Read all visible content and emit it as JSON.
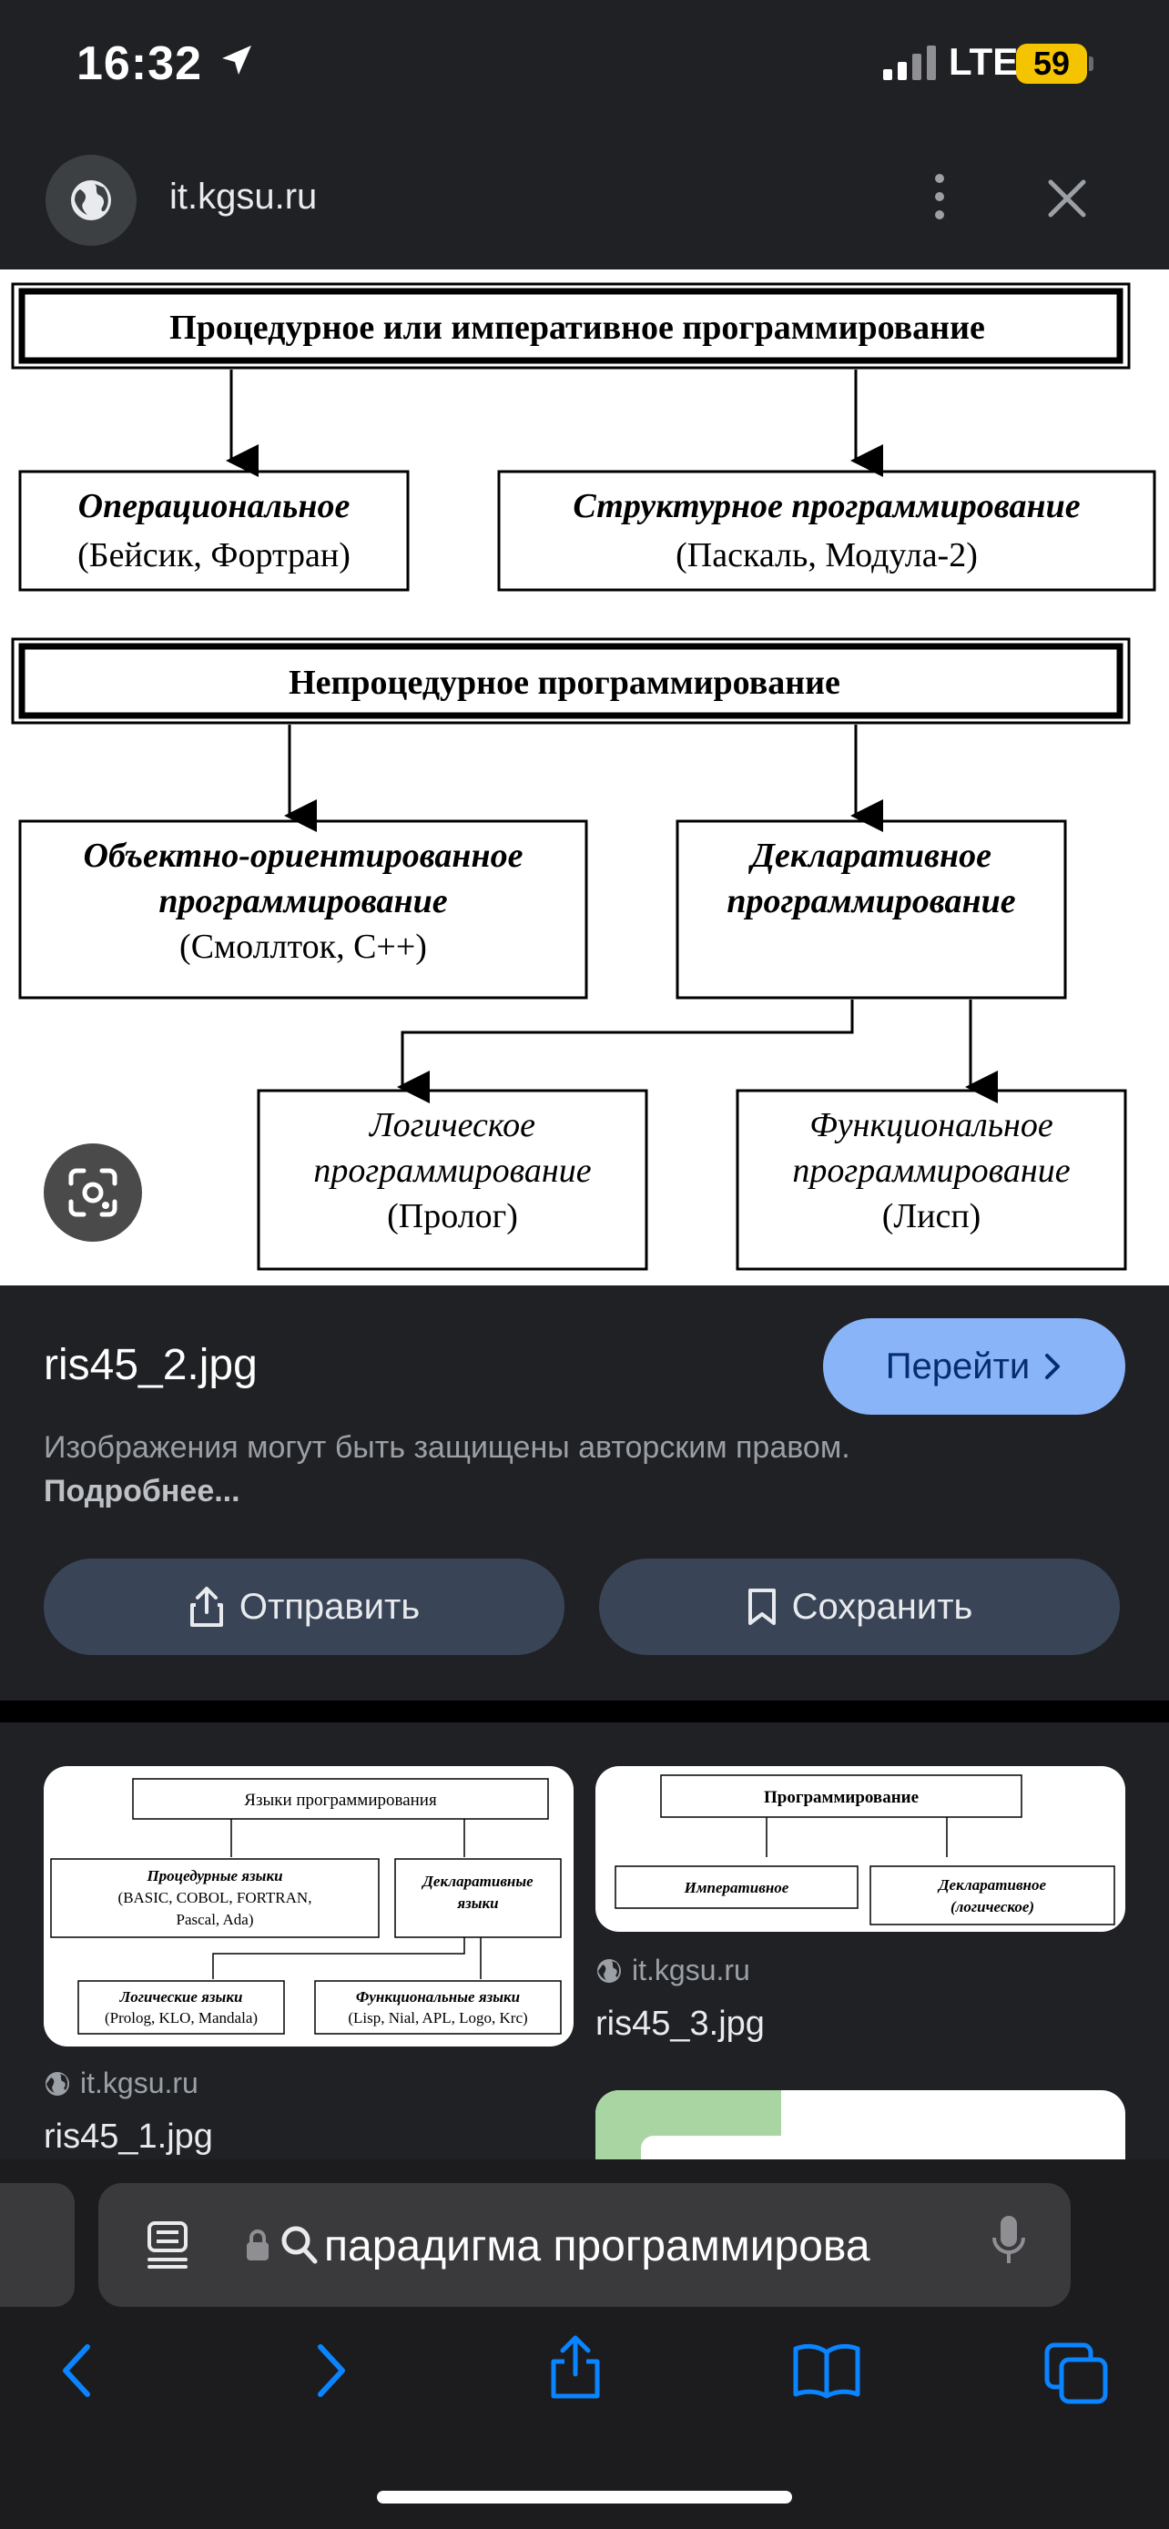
{
  "status_bar": {
    "time": "16:32",
    "network": "LTE",
    "battery": "59"
  },
  "top_bar": {
    "domain": "it.kgsu.ru",
    "icons": [
      "globe-icon",
      "more-vert-icon",
      "close-icon"
    ]
  },
  "preview": {
    "boxes": {
      "proc": "Процедурное или императивное программирование",
      "op_title": "Операциональное",
      "op_sub": "(Бейсик, Фортран)",
      "struct_title": "Структурное программирование",
      "struct_sub": "(Паскаль, Модула-2)",
      "nonproc": "Непроцедурное программирование",
      "oop_l1": "Объектно-ориентированное",
      "oop_l2": "программирование",
      "oop_sub": "(Смоллток, С++)",
      "decl_l1": "Декларативное",
      "decl_l2": "программирование",
      "log_l1": "Логическое",
      "log_l2": "программирование",
      "log_sub": "(Пролог)",
      "func_l1": "Функциональное",
      "func_l2": "программирование",
      "func_sub": "(Лисп)"
    }
  },
  "info": {
    "filename": "ris45_2.jpg",
    "visit_label": "Перейти",
    "copyright_text": "Изображения могут быть защищены авторским правом.",
    "learn_more": "Подробнее...",
    "send_label": "Отправить",
    "save_label": "Сохранить"
  },
  "related": [
    {
      "source": "it.kgsu.ru",
      "name": "ris45_1.jpg",
      "diagram": {
        "top": "Языки программирования",
        "proc_l1": "Процедурные языки",
        "proc_l2": "(BASIC, COBOL, FORTRAN,",
        "proc_l3": "Pascal, Ada)",
        "decl_l1": "Декларативные",
        "decl_l2": "языки",
        "log_l1": "Логические языки",
        "log_l2": "(Prolog, KLO, Mandala)",
        "func_l1": "Функциональные языки",
        "func_l2": "(Lisp, Nial, APL, Logo, Krc)"
      }
    },
    {
      "source": "it.kgsu.ru",
      "name": "ris45_3.jpg",
      "diagram": {
        "top": "Программирование",
        "imp": "Императивное",
        "decl_l1": "Декларативное",
        "decl_l2": "(логическое)"
      }
    }
  ],
  "bottom_bar": {
    "url_text": "парадигма программирова",
    "nav": [
      "back-icon",
      "forward-icon",
      "share-icon",
      "bookmarks-icon",
      "tabs-icon"
    ]
  }
}
